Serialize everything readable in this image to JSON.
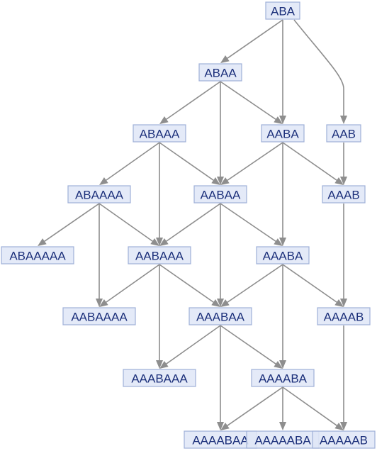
{
  "diagram": {
    "type": "directed-graph",
    "colors": {
      "node_fill": "#dfe6f7",
      "node_stroke": "#9fb0d8",
      "node_text": "#1b2f7a",
      "edge": "#8e8e8e",
      "background": "#ffffff"
    },
    "nodes": [
      {
        "id": "ABA",
        "label": "ABA"
      },
      {
        "id": "ABAA",
        "label": "ABAA"
      },
      {
        "id": "ABAAA",
        "label": "ABAAA"
      },
      {
        "id": "AABA",
        "label": "AABA"
      },
      {
        "id": "AAB",
        "label": "AAB"
      },
      {
        "id": "ABAAAA",
        "label": "ABAAAA"
      },
      {
        "id": "AABAA",
        "label": "AABAA"
      },
      {
        "id": "AAAB",
        "label": "AAAB"
      },
      {
        "id": "ABAAAAA",
        "label": "ABAAAAA"
      },
      {
        "id": "AABAAA",
        "label": "AABAAA"
      },
      {
        "id": "AAABA",
        "label": "AAABA"
      },
      {
        "id": "AABAAAA",
        "label": "AABAAAA"
      },
      {
        "id": "AAABAA",
        "label": "AAABAA"
      },
      {
        "id": "AAAAB",
        "label": "AAAAB"
      },
      {
        "id": "AAABAAA",
        "label": "AAABAAA"
      },
      {
        "id": "AAAABA",
        "label": "AAAABA"
      },
      {
        "id": "AAAABAA",
        "label": "AAAABAA"
      },
      {
        "id": "AAAAABA",
        "label": "AAAAABA"
      },
      {
        "id": "AAAAAAB",
        "label": "AAAAAB"
      }
    ],
    "edges": [
      {
        "from": "ABA",
        "to": "ABAA"
      },
      {
        "from": "ABA",
        "to": "AABA"
      },
      {
        "from": "ABA",
        "to": "AAB"
      },
      {
        "from": "ABAA",
        "to": "ABAAA"
      },
      {
        "from": "ABAA",
        "to": "AABAA"
      },
      {
        "from": "ABAA",
        "to": "AABA"
      },
      {
        "from": "ABAAA",
        "to": "ABAAAA"
      },
      {
        "from": "ABAAA",
        "to": "AABAAA"
      },
      {
        "from": "ABAAA",
        "to": "AABAA"
      },
      {
        "from": "AABA",
        "to": "AABAA"
      },
      {
        "from": "AABA",
        "to": "AAABA"
      },
      {
        "from": "AABA",
        "to": "AAAB"
      },
      {
        "from": "AAB",
        "to": "AAAB"
      },
      {
        "from": "ABAAAA",
        "to": "ABAAAAA"
      },
      {
        "from": "ABAAAA",
        "to": "AABAAAA"
      },
      {
        "from": "ABAAAA",
        "to": "AABAAA"
      },
      {
        "from": "AABAA",
        "to": "AABAAA"
      },
      {
        "from": "AABAA",
        "to": "AAABAA"
      },
      {
        "from": "AABAA",
        "to": "AAABA"
      },
      {
        "from": "AAAB",
        "to": "AAAAB"
      },
      {
        "from": "AABAAA",
        "to": "AABAAAA"
      },
      {
        "from": "AABAAA",
        "to": "AAABAAA"
      },
      {
        "from": "AABAAA",
        "to": "AAABAA"
      },
      {
        "from": "AAABA",
        "to": "AAABAA"
      },
      {
        "from": "AAABA",
        "to": "AAAABA"
      },
      {
        "from": "AAABA",
        "to": "AAAAB"
      },
      {
        "from": "AAABAA",
        "to": "AAABAAA"
      },
      {
        "from": "AAABAA",
        "to": "AAAABAA"
      },
      {
        "from": "AAABAA",
        "to": "AAAABA"
      },
      {
        "from": "AAAAB",
        "to": "AAAAAAB"
      },
      {
        "from": "AAAABA",
        "to": "AAAABAA"
      },
      {
        "from": "AAAABA",
        "to": "AAAAABA"
      },
      {
        "from": "AAAABA",
        "to": "AAAAAAB"
      }
    ]
  }
}
